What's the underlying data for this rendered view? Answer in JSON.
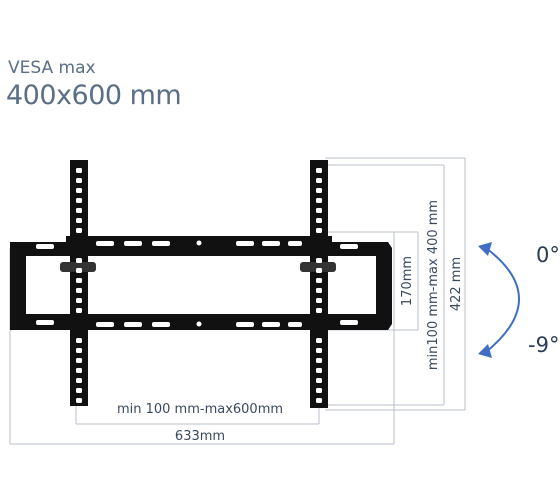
{
  "header": {
    "vesa_label": "VESA max",
    "vesa_value": "400x600 mm"
  },
  "dimensions": {
    "width_inner": "min 100 mm-max600mm",
    "width_total": "633mm",
    "height_bar": "170mm",
    "height_inner": "min100 mm-max 400 mm",
    "height_total": "422 mm"
  },
  "tilt": {
    "top": "0°",
    "bottom": "-9°",
    "arc_color": "#3f6ec2"
  },
  "colors": {
    "frame": "#111111",
    "dim_line": "#b9c2cc",
    "text": "#3a4a5e"
  }
}
